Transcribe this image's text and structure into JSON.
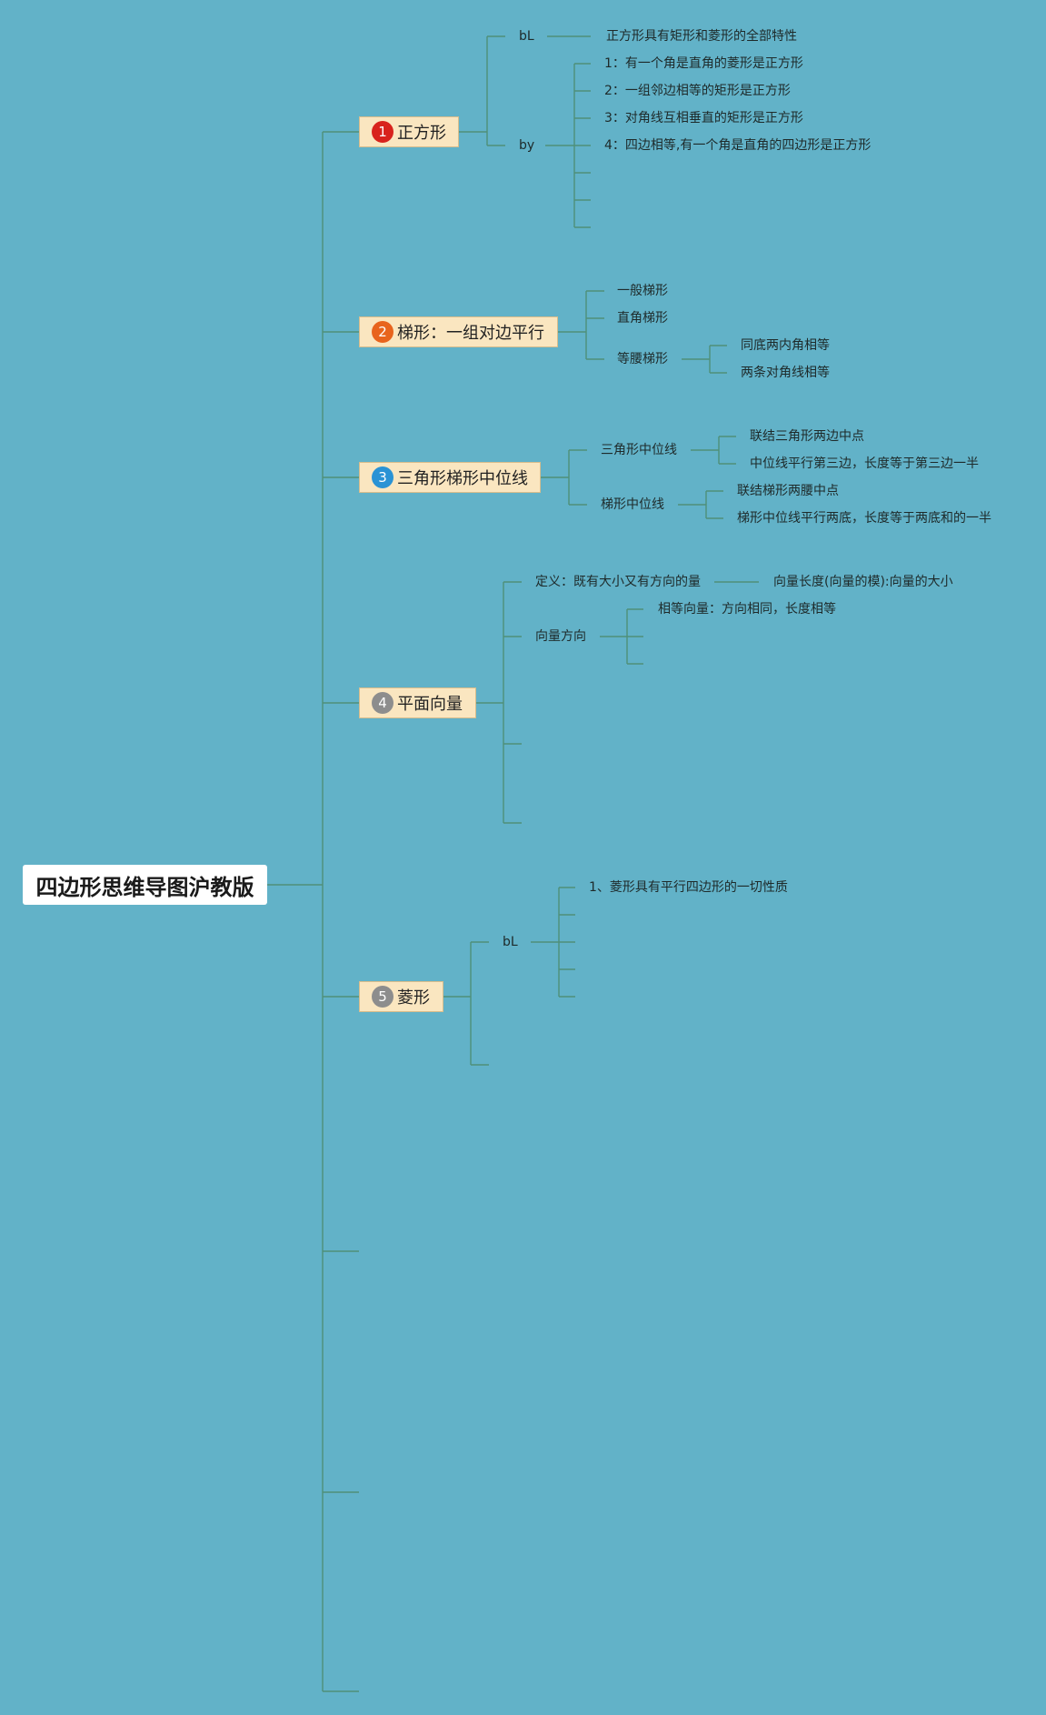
{
  "root": {
    "title": "四边形思维导图沪教版"
  },
  "topics": [
    {
      "num": "1",
      "label": "正方形",
      "color": "#d8231c"
    },
    {
      "num": "2",
      "label": "梯形：一组对边平行",
      "color": "#e8641d"
    },
    {
      "num": "3",
      "label": "三角形梯形中位线",
      "color": "#2a93d5"
    },
    {
      "num": "4",
      "label": "平面向量",
      "color": "#8d8d8d"
    },
    {
      "num": "5",
      "label": "菱形",
      "color": "#8d8d8d"
    }
  ],
  "square": {
    "bl": "bL",
    "bl_text": "正方形具有矩形和菱形的全部特性",
    "by": "by",
    "by_items": [
      "1：有一个角是直角的菱形是正方形",
      "2：一组邻边相等的矩形是正方形",
      "3：对角线互相垂直的矩形是正方形",
      "4：四边相等,有一个角是直角的四边形是正方形"
    ]
  },
  "trapezoid": {
    "items": [
      "一般梯形",
      "直角梯形",
      "等腰梯形"
    ],
    "isosceles_items": [
      "同底两内角相等",
      "两条对角线相等"
    ]
  },
  "midline": {
    "triangle": "三角形中位线",
    "triangle_items": [
      "联结三角形两边中点",
      "中位线平行第三边，长度等于第三边一半"
    ],
    "trapezoid": "梯形中位线",
    "trapezoid_items": [
      "联结梯形两腰中点",
      "梯形中位线平行两底，长度等于两底和的一半"
    ]
  },
  "vector": {
    "definition": "定义：既有大小又有方向的量",
    "definition_detail": "向量长度(向量的模):向量的大小",
    "direction": "向量方向",
    "direction_item": "相等向量：方向相同，长度相等"
  },
  "rhombus": {
    "bl": "bL",
    "bl_item": "1、菱形具有平行四边形的一切性质"
  }
}
